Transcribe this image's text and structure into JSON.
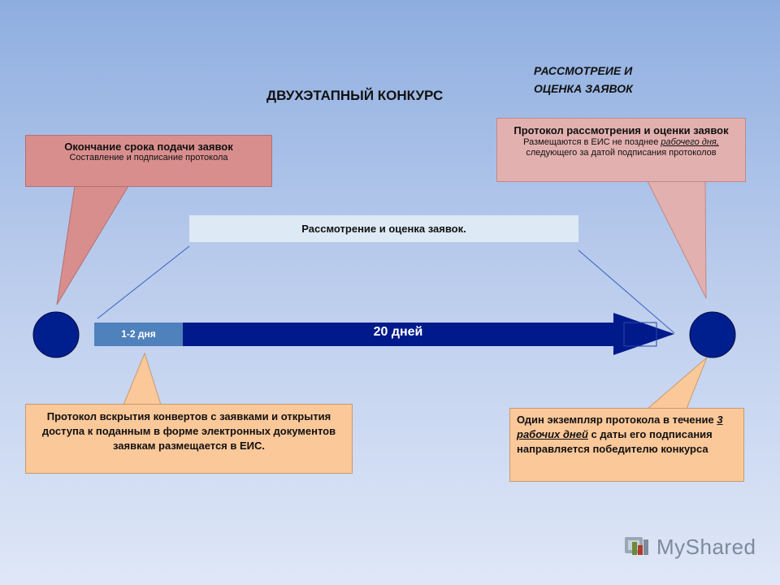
{
  "title": "ДВУХЭТАПНЫЙ КОНКУРС",
  "stage_title": {
    "line1": "РАССМОТРЕИЕ И",
    "line2": "ОЦЕНКА ЗАЯВОК"
  },
  "start_callout": {
    "heading": "Окончание срока подачи заявок",
    "subtext": "Составление и подписание протокола"
  },
  "review_bar": {
    "label": "Рассмотрение и оценка заявок."
  },
  "protocol_callout": {
    "heading": "Протокол рассмотрения и оценки заявок",
    "text_before": "Размещаются в ЕИС не позднее ",
    "text_underlined": "рабочего дня,",
    "text_after": " следующего за датой подписания протоколов"
  },
  "open_callout": {
    "text": "Протокол вскрытия конвертов с заявками и открытия доступа к поданным в форме электронных документов заявкам размещается в ЕИС."
  },
  "winner_callout": {
    "text_before": "Один экземпляр протокола в течение ",
    "text_underlined": "3 рабочих дней",
    "text_after": " с даты его подписания направляется победителю конкурса"
  },
  "timeline": {
    "short_period": "1-2 дня",
    "long_period": "20 дней"
  },
  "logo": {
    "text": "MyShared"
  },
  "colors": {
    "arrow": "#001a8c",
    "node": "#001f8f",
    "short_period": "#4f81bd",
    "start_callout": "#d98e8e",
    "protocol_callout": "#e3b0b0",
    "orange_callout": "#fbc89a",
    "review_bar": "#dde9f5"
  },
  "icons": [
    "start-node-circle",
    "end-node-circle",
    "timeline-arrow",
    "myshared-logo-icon"
  ]
}
